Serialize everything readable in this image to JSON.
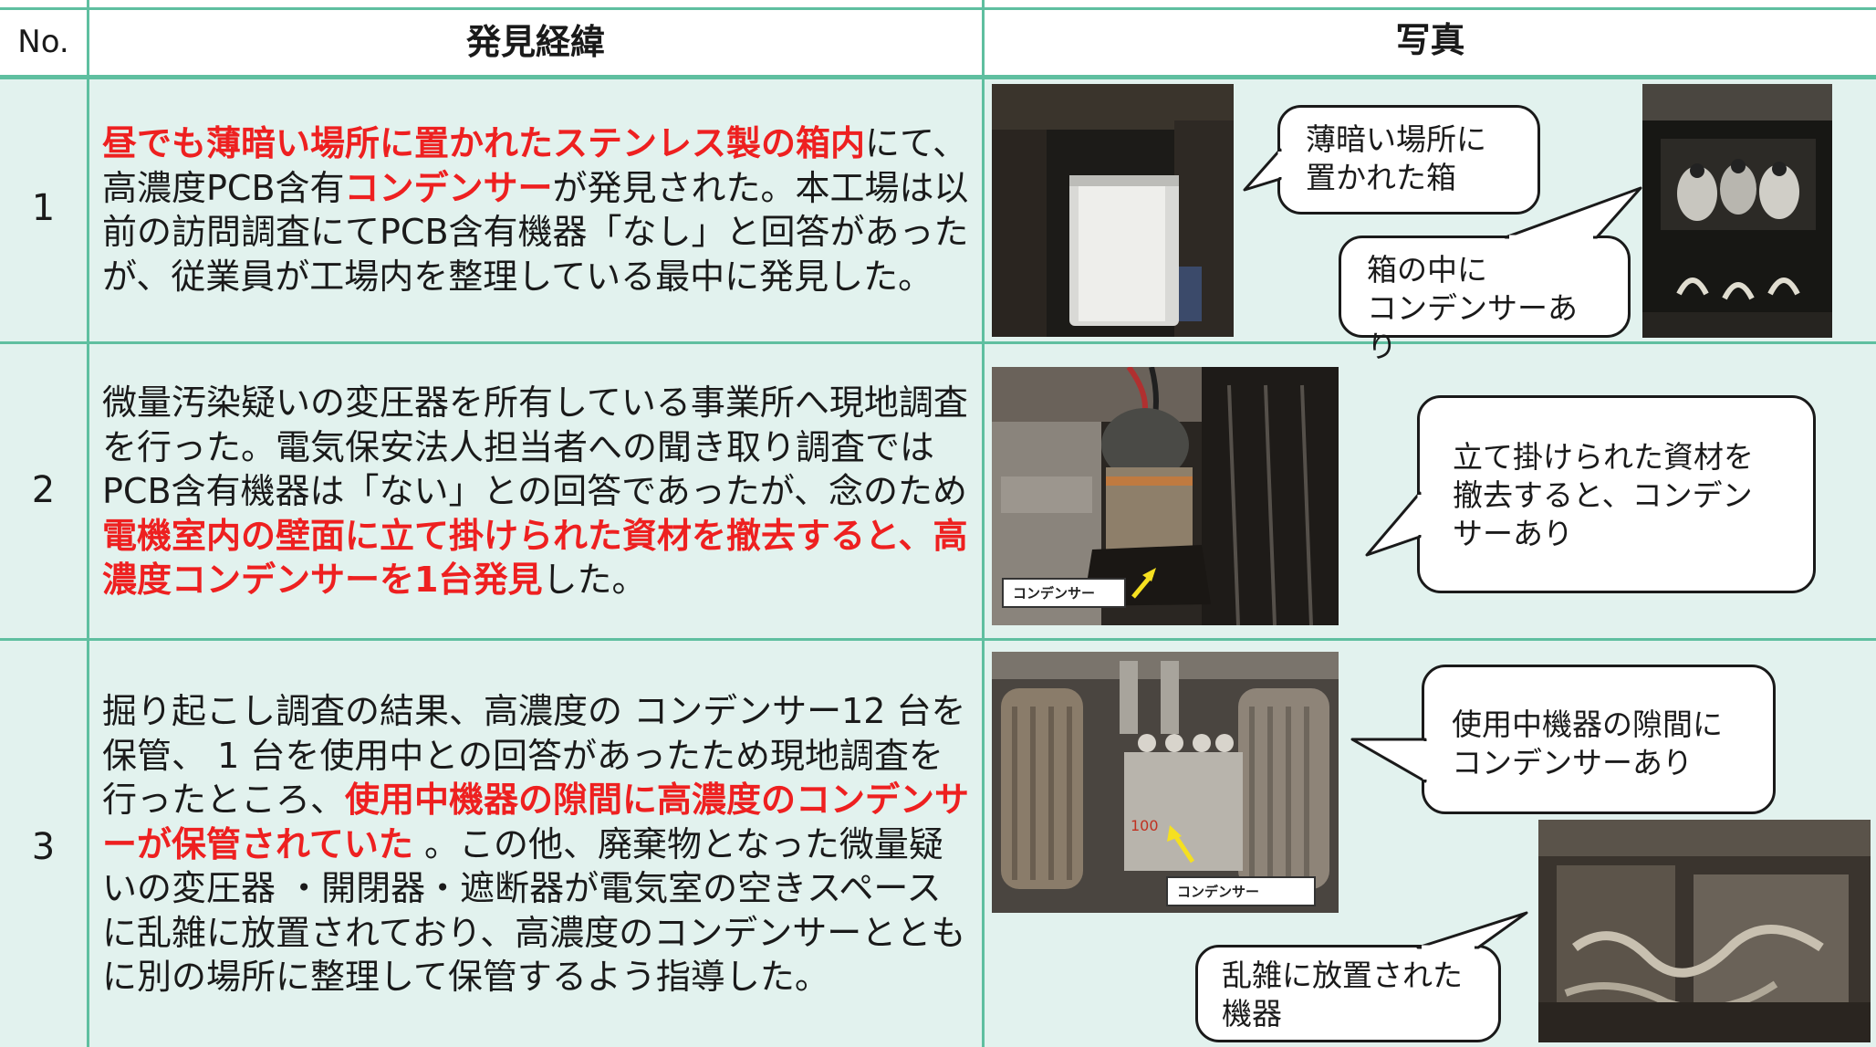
{
  "table": {
    "headers": {
      "no": "No.",
      "description": "発見経緯",
      "photo": "写真"
    },
    "rows": [
      {
        "no": "1",
        "seg1": "昼でも薄暗い場所に置かれたステンレス製の箱内",
        "seg2": "にて、高濃度PCB含有",
        "seg3": "コンデンサー",
        "seg4": "が発見された。本工場は以前の訪問調査にてPCB含有機器「なし」と回答があったが、従業員が工場内を整理している最中に発見した。",
        "callouts": [
          "薄暗い場所に\n置かれた箱",
          "箱の中に\nコンデンサーあり"
        ]
      },
      {
        "no": "2",
        "seg1": "微量汚染疑いの変圧器を所有している事業所へ現地調査を行った。電気保安法人担当者への聞き取り調査ではPCB含有機器は「ない」との回答であったが、念のため",
        "seg2": "電機室内の壁面に立て掛けられた資材を撤去すると、高濃度コンデンサーを1台発見",
        "seg3": "した。",
        "photo_label": "コンデンサー",
        "callouts": [
          "立て掛けられた資材を撤去すると、コンデンサーあり"
        ]
      },
      {
        "no": "3",
        "seg1": "掘り起こし調査の結果、高濃度の コンデンサー12 台を保管、 1 台を使用中との回答があったため現地調査を行ったところ、",
        "seg2": "使用中機器の隙間に高濃度のコンデンサーが保管されていた",
        "seg3": " 。この他、廃棄物となった微量疑いの変圧器 ・開閉器・遮断器が電気室の空きスペースに乱雑に放置されており、高濃度のコンデンサーとともに別の場所に整理して保管するよう指導した。",
        "photo_label": "コンデンサー",
        "photo_mark": "100",
        "callouts": [
          "使用中機器の隙間に\nコンデンサーあり",
          "乱雑に放置された\n機器"
        ]
      }
    ]
  },
  "colors": {
    "grid": "#5fbfa0",
    "row_bg": "#e2f2ee",
    "header_bg": "#ffffff",
    "emphasis": "#ee2020"
  }
}
